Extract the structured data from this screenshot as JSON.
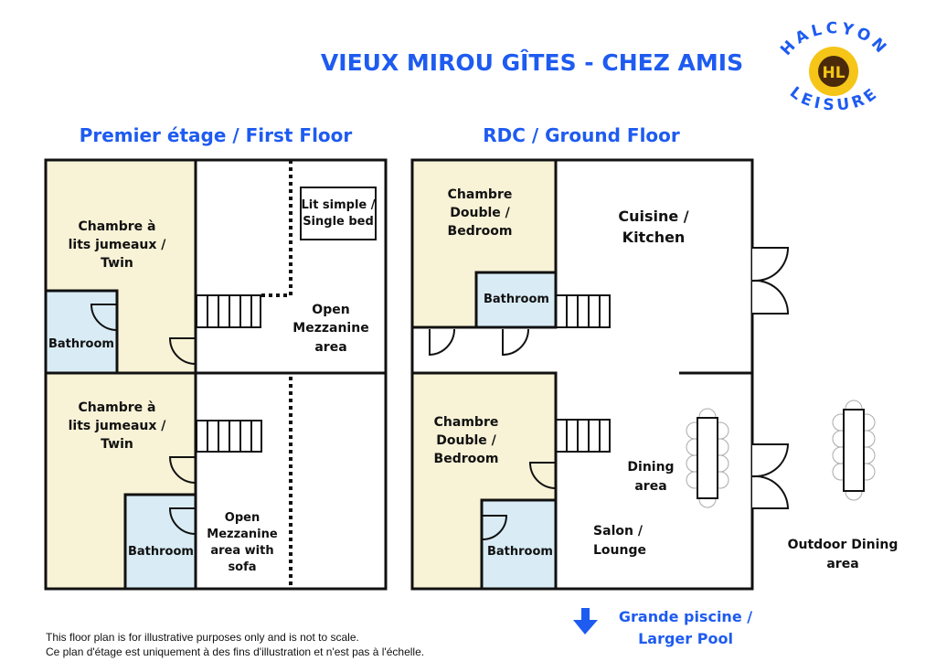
{
  "title": "VIEUX MIROU GÎTES - CHEZ AMIS",
  "logo": {
    "top": "HALCYON",
    "bottom": "LEISURE",
    "mono": "HL"
  },
  "colors": {
    "accent": "#1e5bf0",
    "bedroom": "#f8f2d6",
    "bathroom": "#d9ecf5"
  },
  "first_floor": {
    "heading": "Premier étage / First Floor",
    "twin1": [
      "Chambre à",
      "lits jumeaux /",
      "Twin"
    ],
    "bath1": "Bathroom",
    "bed": [
      "Lit simple /",
      "Single bed"
    ],
    "mezz1": [
      "Open",
      "Mezzanine",
      "area"
    ],
    "twin2": [
      "Chambre à",
      "lits jumeaux /",
      "Twin"
    ],
    "bath2": "Bathroom",
    "mezz2": [
      "Open",
      "Mezzanine",
      "area with",
      "sofa"
    ]
  },
  "ground_floor": {
    "heading": "RDC / Ground Floor",
    "bed1": [
      "Chambre",
      "Double /",
      "Bedroom"
    ],
    "bath1": "Bathroom",
    "kitchen": [
      "Cuisine /",
      "Kitchen"
    ],
    "bed2": [
      "Chambre",
      "Double /",
      "Bedroom"
    ],
    "bath2": "Bathroom",
    "dining": [
      "Dining",
      "area"
    ],
    "lounge": [
      "Salon /",
      "Lounge"
    ],
    "outdoor": [
      "Outdoor Dining",
      "area"
    ]
  },
  "pool": [
    "Grande piscine /",
    "Larger Pool"
  ],
  "disclaimer": [
    "This floor plan is for illustrative purposes only and is not to scale.",
    "Ce plan d'étage est uniquement à des fins d'illustration et n'est pas à l'échelle."
  ]
}
